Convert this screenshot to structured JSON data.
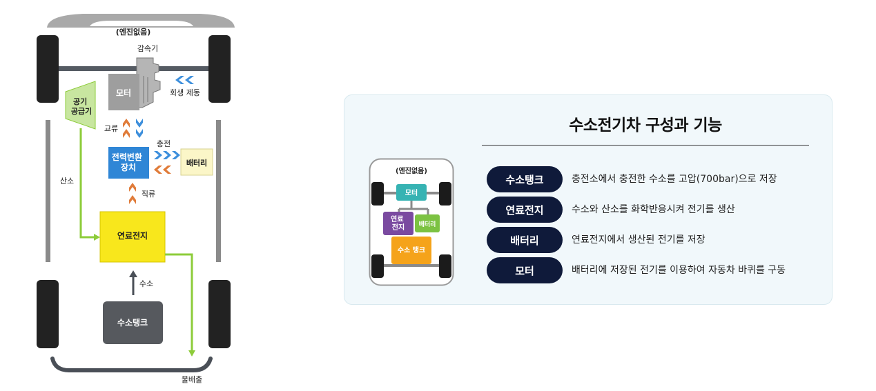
{
  "diagram": {
    "engine_label": "(엔진없음)",
    "reducer_label": "감속기",
    "regen_label": "회생 제동",
    "motor_label": "모터",
    "air_supply_label": "공기\n공급기",
    "ac_label": "교류",
    "charge_label": "충전",
    "converter_label": "전력변환\n장치",
    "battery_label": "배터리",
    "oxygen_label": "산소",
    "dc_label": "직류",
    "fuelcell_label": "연료전지",
    "hydrogen_label": "수소",
    "tank_label": "수소탱크",
    "water_label": "물배출"
  },
  "card": {
    "title": "수소전기차 구성과 기능",
    "mini": {
      "engine_label": "(엔진없음)",
      "motor_label": "모터",
      "fuelcell_label": "연료\n전지",
      "battery_label": "배터리",
      "tank_label": "수소 탱크"
    },
    "rows": [
      {
        "name": "수소탱크",
        "desc": "충전소에서 충전한 수소를 고압(700bar)으로 저장"
      },
      {
        "name": "연료전지",
        "desc": "수소와 산소를 화학반응시켜 전기를 생산"
      },
      {
        "name": "배터리",
        "desc": "연료전지에서 생산된 전기를 저장"
      },
      {
        "name": "모터",
        "desc": "배터리에 저장된 전기를 이용하여 자동차 바퀴를 구동"
      }
    ]
  },
  "colors": {
    "navy": "#0f1a3a",
    "motor_gray": "#9e9e9e",
    "converter_blue": "#2f86d6",
    "battery_cream": "#fbf6c8",
    "fuelcell_yellow": "#f8e71c",
    "tank_dark": "#56595e",
    "air_green": "#c8e6a0",
    "line_green": "#8dcc3a",
    "arrow_orange": "#e07b39",
    "arrow_blue": "#3d8fdc",
    "mini_teal": "#36b3b3",
    "mini_purple": "#7a4aa0",
    "mini_green": "#7cc242",
    "mini_orange": "#f5a31a"
  }
}
